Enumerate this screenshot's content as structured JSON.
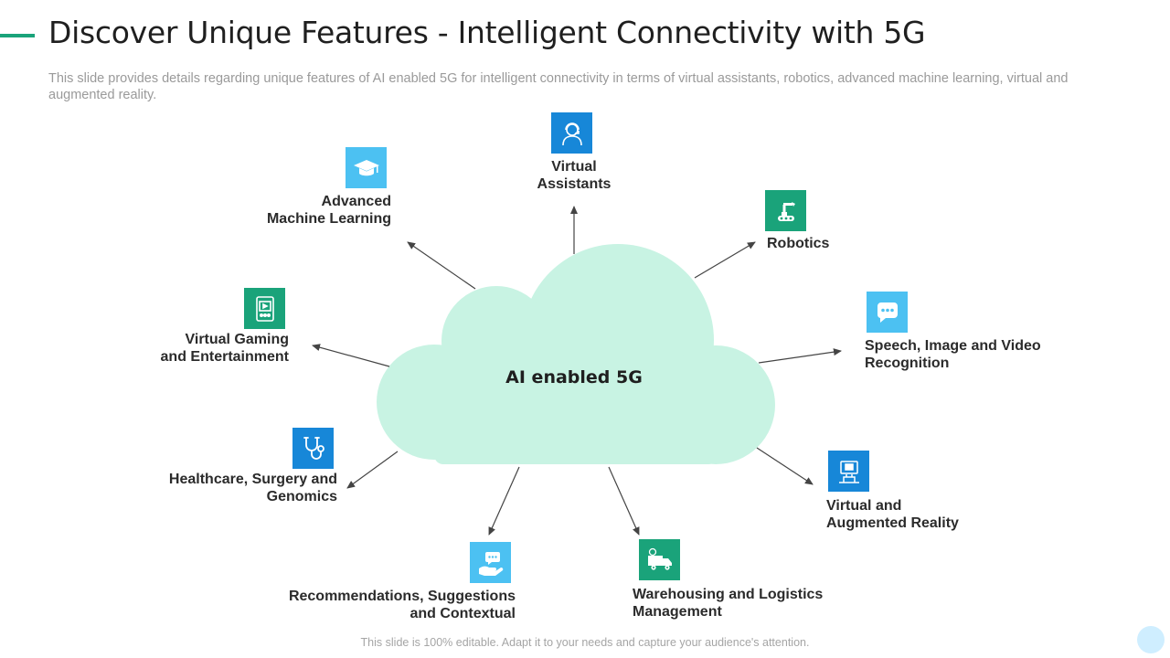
{
  "slide": {
    "title": "Discover Unique Features - Intelligent Connectivity with 5G",
    "subtitle": "This slide provides details regarding unique features of AI enabled 5G for intelligent connectivity in terms of virtual assistants, robotics, advanced machine learning, virtual and augmented reality.",
    "footer": "This slide is 100% editable. Adapt it to your needs and capture your audience's attention."
  },
  "diagram": {
    "center_label": "AI enabled 5G",
    "features": [
      {
        "label": "Virtual\nAssistants",
        "icon": "assistant-icon",
        "color": "#1787d8"
      },
      {
        "label": "Robotics",
        "icon": "robot-arm-icon",
        "color": "#1aa37a"
      },
      {
        "label": "Speech, Image and Video\nRecognition",
        "icon": "speech-bubble-icon",
        "color": "#4cc1f2"
      },
      {
        "label": "Virtual and\nAugmented Reality",
        "icon": "vr-icon",
        "color": "#1787d8"
      },
      {
        "label": "Warehousing and Logistics\nManagement",
        "icon": "delivery-truck-icon",
        "color": "#1aa37a"
      },
      {
        "label": "Recommendations, Suggestions\nand Contextual",
        "icon": "hand-chat-icon",
        "color": "#4cc1f2"
      },
      {
        "label": "Healthcare, Surgery and\nGenomics",
        "icon": "stethoscope-icon",
        "color": "#1787d8"
      },
      {
        "label": "Virtual Gaming\nand Entertainment",
        "icon": "game-console-icon",
        "color": "#1aa37a"
      },
      {
        "label": "Advanced\nMachine Learning",
        "icon": "graduation-cap-icon",
        "color": "#4cc1f2"
      }
    ],
    "colors": {
      "cloud": "#c8f3e3",
      "arrow": "#444444"
    }
  }
}
